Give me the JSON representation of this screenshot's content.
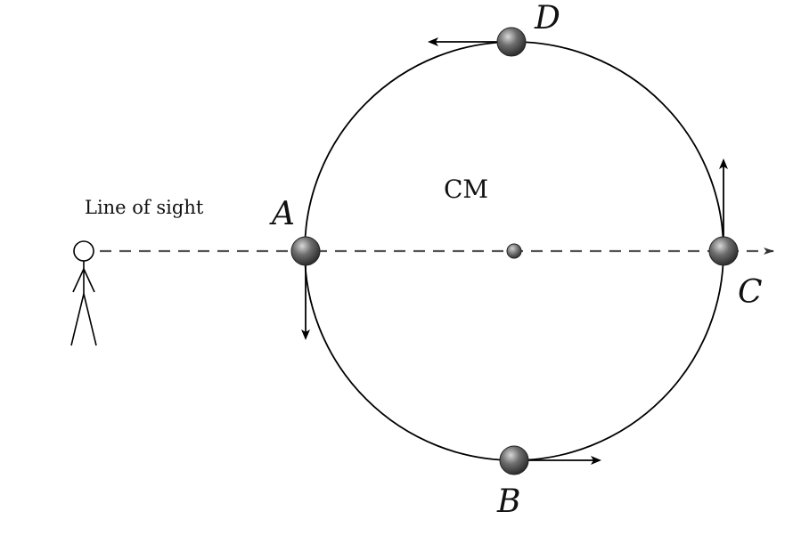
{
  "diagram": {
    "line_of_sight_label": "Line of sight",
    "center_label": "CM",
    "positions": [
      {
        "id": "A",
        "label": "A",
        "velocity_direction": "down"
      },
      {
        "id": "B",
        "label": "B",
        "velocity_direction": "right"
      },
      {
        "id": "C",
        "label": "C",
        "velocity_direction": "up"
      },
      {
        "id": "D",
        "label": "D",
        "velocity_direction": "left"
      }
    ],
    "observer_icon": "stick-figure-icon",
    "colors": {
      "orbit": "#000000",
      "line_of_sight": "#555555",
      "star": "#4a4a4a",
      "arrow": "#000000"
    }
  }
}
